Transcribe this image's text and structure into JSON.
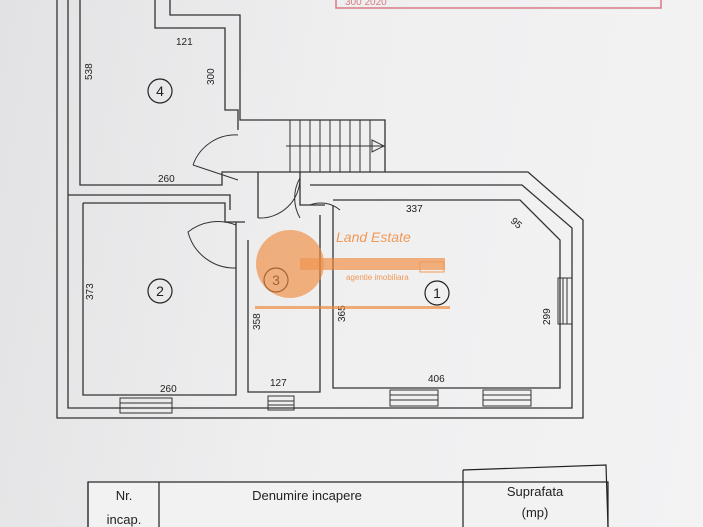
{
  "plan": {
    "dimensions": {
      "room4_top": "121",
      "room4_height": "538",
      "room4_right": "300",
      "room4_bottom": "260",
      "stairs_top": "337",
      "diag": "95",
      "room2_height": "373",
      "room2_bottom": "260",
      "room3_height": "358",
      "room3_bottom": "127",
      "room1_height": "365",
      "room1_right": "299",
      "room1_bottom": "406"
    },
    "rooms": {
      "r1": "1",
      "r2": "2",
      "r3": "3",
      "r4": "4"
    },
    "stamp_text": "300 2020"
  },
  "watermark": {
    "brand": "Land Estate",
    "tagline": "agentie imobiliara",
    "color": "#f08a3c"
  },
  "table": {
    "col1_line1": "Nr.",
    "col1_line2": "incap.",
    "col2": "Denumire incapere",
    "col3_line1": "Suprafata",
    "col3_line2": "(mp)"
  }
}
